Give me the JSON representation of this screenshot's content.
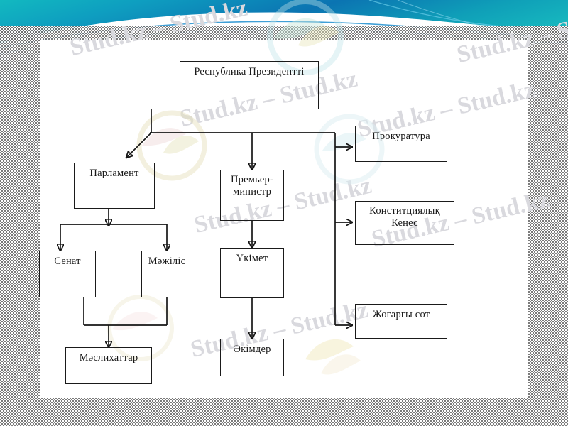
{
  "page": {
    "watermark_text": "Stud.kz – Stud.kz",
    "banner_color_dark": "#0b6fa8",
    "banner_color_light": "#18b4c4",
    "border_color": "#6f6f6f",
    "node_border_color": "#1a1a1a"
  },
  "diagram": {
    "type": "organizational-chart",
    "nodes": [
      {
        "id": "president",
        "label": "Республика Президентті",
        "lines": [
          "Республика Президентті"
        ]
      },
      {
        "id": "parliament",
        "label": "Парламент",
        "lines": [
          "Парламент"
        ]
      },
      {
        "id": "senate",
        "label": "Сенат",
        "lines": [
          "Сенат"
        ]
      },
      {
        "id": "mazhilis",
        "label": "Мәжіліс",
        "lines": [
          "Мәжіліс"
        ]
      },
      {
        "id": "maslikhattar",
        "label": "Мәслихаттар",
        "lines": [
          "Мәслихаттар"
        ]
      },
      {
        "id": "premier",
        "label": "Премьер-министр",
        "lines": [
          "Премьер-",
          "министр"
        ]
      },
      {
        "id": "ukimet",
        "label": "Үкімет",
        "lines": [
          "Үкімет"
        ]
      },
      {
        "id": "akimder",
        "label": "Әкімдер",
        "lines": [
          "Әкімдер"
        ]
      },
      {
        "id": "prokuratura",
        "label": "Прокуратура",
        "lines": [
          "Прокуратура"
        ]
      },
      {
        "id": "konstitucia",
        "label": "Конститциялық Кеңес",
        "lines": [
          "Конститциялық",
          "Кеңес"
        ]
      },
      {
        "id": "zhogargy",
        "label": "Жоғарғы сот",
        "lines": [
          "Жоғарғы сот"
        ]
      }
    ],
    "edges": [
      {
        "from": "president",
        "to": "parliament"
      },
      {
        "from": "president",
        "to": "premier"
      },
      {
        "from": "president",
        "to": "prokuratura"
      },
      {
        "from": "president",
        "to": "konstitucia"
      },
      {
        "from": "president",
        "to": "zhogargy"
      },
      {
        "from": "parliament",
        "to": "senate"
      },
      {
        "from": "parliament",
        "to": "mazhilis"
      },
      {
        "from": "senate",
        "to": "maslikhattar"
      },
      {
        "from": "mazhilis",
        "to": "maslikhattar"
      },
      {
        "from": "premier",
        "to": "ukimet"
      },
      {
        "from": "ukimet",
        "to": "akimder"
      }
    ]
  }
}
